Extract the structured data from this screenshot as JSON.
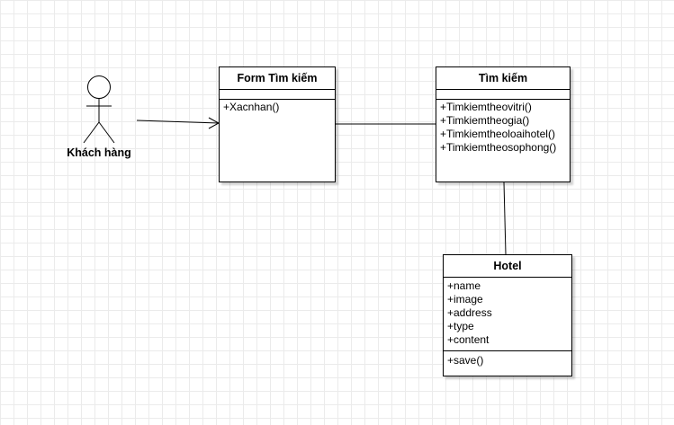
{
  "actor": {
    "label": "Khách hàng"
  },
  "classes": {
    "form": {
      "name": "Form Tìm kiếm",
      "attributes": [],
      "methods": [
        "+Xacnhan()"
      ]
    },
    "search": {
      "name": "Tìm kiếm",
      "attributes": [],
      "methods": [
        "+Timkiemtheovitri()",
        "+Timkiemtheogia()",
        "+Timkiemtheoloaihotel()",
        "+Timkiemtheosophong()"
      ]
    },
    "hotel": {
      "name": "Hotel",
      "attributes": [
        "+name",
        "+image",
        "+address",
        "+type",
        "+content"
      ],
      "methods": [
        "+save()"
      ]
    }
  },
  "relations": [
    {
      "from": "actor",
      "to": "form",
      "kind": "open-arrow"
    },
    {
      "from": "form",
      "to": "search",
      "kind": "line"
    },
    {
      "from": "search",
      "to": "hotel",
      "kind": "line"
    }
  ],
  "colors": {
    "stroke": "#000000",
    "fill": "#ffffff",
    "grid": "#ebebeb"
  }
}
